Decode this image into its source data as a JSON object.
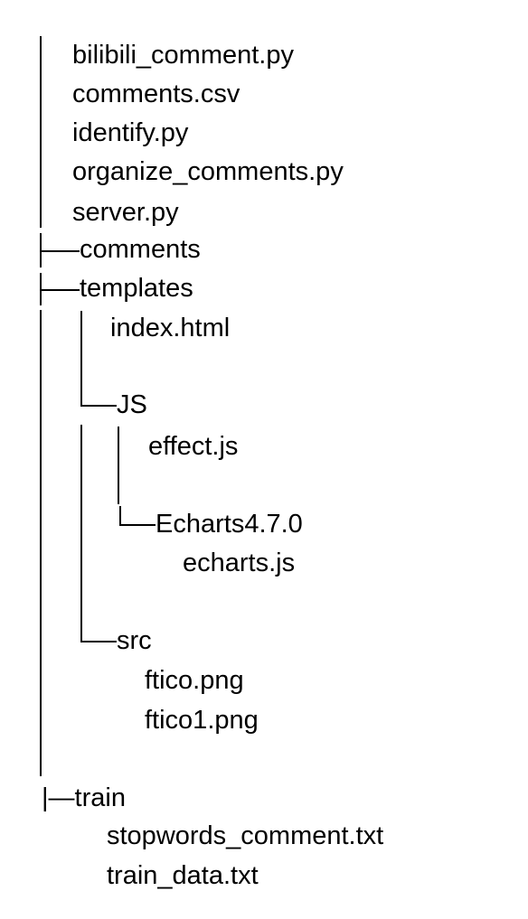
{
  "tree": {
    "root_files": [
      "bilibili_comment.py",
      "comments.csv",
      "identify.py",
      "organize_comments.py",
      "server.py"
    ],
    "comments_dir": "comments",
    "templates_dir": "templates",
    "templates_files": [
      "index.html"
    ],
    "js_dir": "JS",
    "js_files": [
      "effect.js"
    ],
    "echarts_dir": "Echarts4.7.0",
    "echarts_files": [
      "echarts.js"
    ],
    "src_dir": "src",
    "src_files": [
      "ftico.png",
      "ftico1.png"
    ],
    "train_dir": "|—train",
    "train_files": [
      "stopwords_comment.txt",
      "train_data.txt"
    ]
  }
}
